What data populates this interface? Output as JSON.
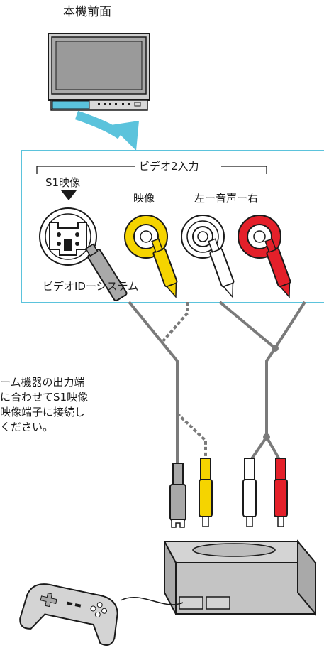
{
  "title": "本機前面",
  "panel": {
    "title": "ビデオ2入力",
    "s1_label": "S1映像",
    "video_label": "映像",
    "audio_label": "左ー音声ー右",
    "id_system_label": "ビデオIDーシステム"
  },
  "note_lines": [
    "ーム機器の出力端",
    "に合わせてS1映像",
    "映像端子に接続し",
    "ください。"
  ],
  "colors": {
    "accent": "#5bc3dc",
    "video": "#f5d400",
    "audio_right": "#e4202a",
    "audio_left": "#ffffff",
    "cable": "#7a7a7a"
  }
}
